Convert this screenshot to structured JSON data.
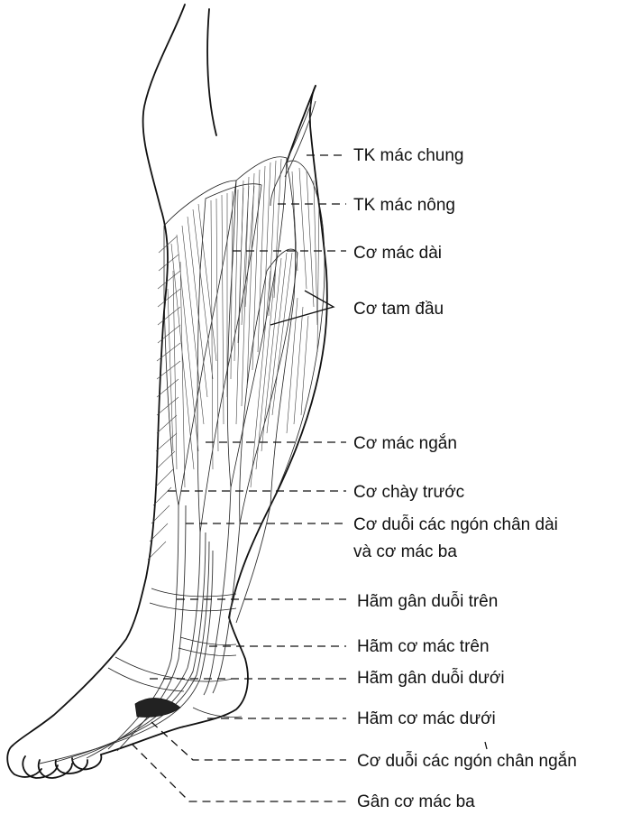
{
  "labels": {
    "tk_mac_chung": "TK mác chung",
    "tk_mac_nong": "TK mác nông",
    "co_mac_dai": "Cơ mác dài",
    "co_tam_dau": "Cơ tam đầu",
    "co_mac_ngan": "Cơ mác ngắn",
    "co_chay_truoc": "Cơ chày trước",
    "co_duoi_ngon_dai_1": "Cơ duỗi các ngón chân dài",
    "co_duoi_ngon_dai_2": "và cơ mác ba",
    "ham_gan_duoi_tren": "Hãm  gân duỗi trên",
    "ham_co_mac_tren": "Hãm cơ mác trên",
    "ham_gan_duoi_duoi": "Hãm gân duỗi dưới",
    "ham_co_mac_duoi": "Hãm cơ mác dưới",
    "co_duoi_ngon_ngan": "Cơ duỗi các ngón chân ngắn",
    "gan_co_mac_ba": "Gân cơ mác ba"
  },
  "colors": {
    "ink": "#111111",
    "background": "#ffffff",
    "shade": "#cfcfcf"
  }
}
